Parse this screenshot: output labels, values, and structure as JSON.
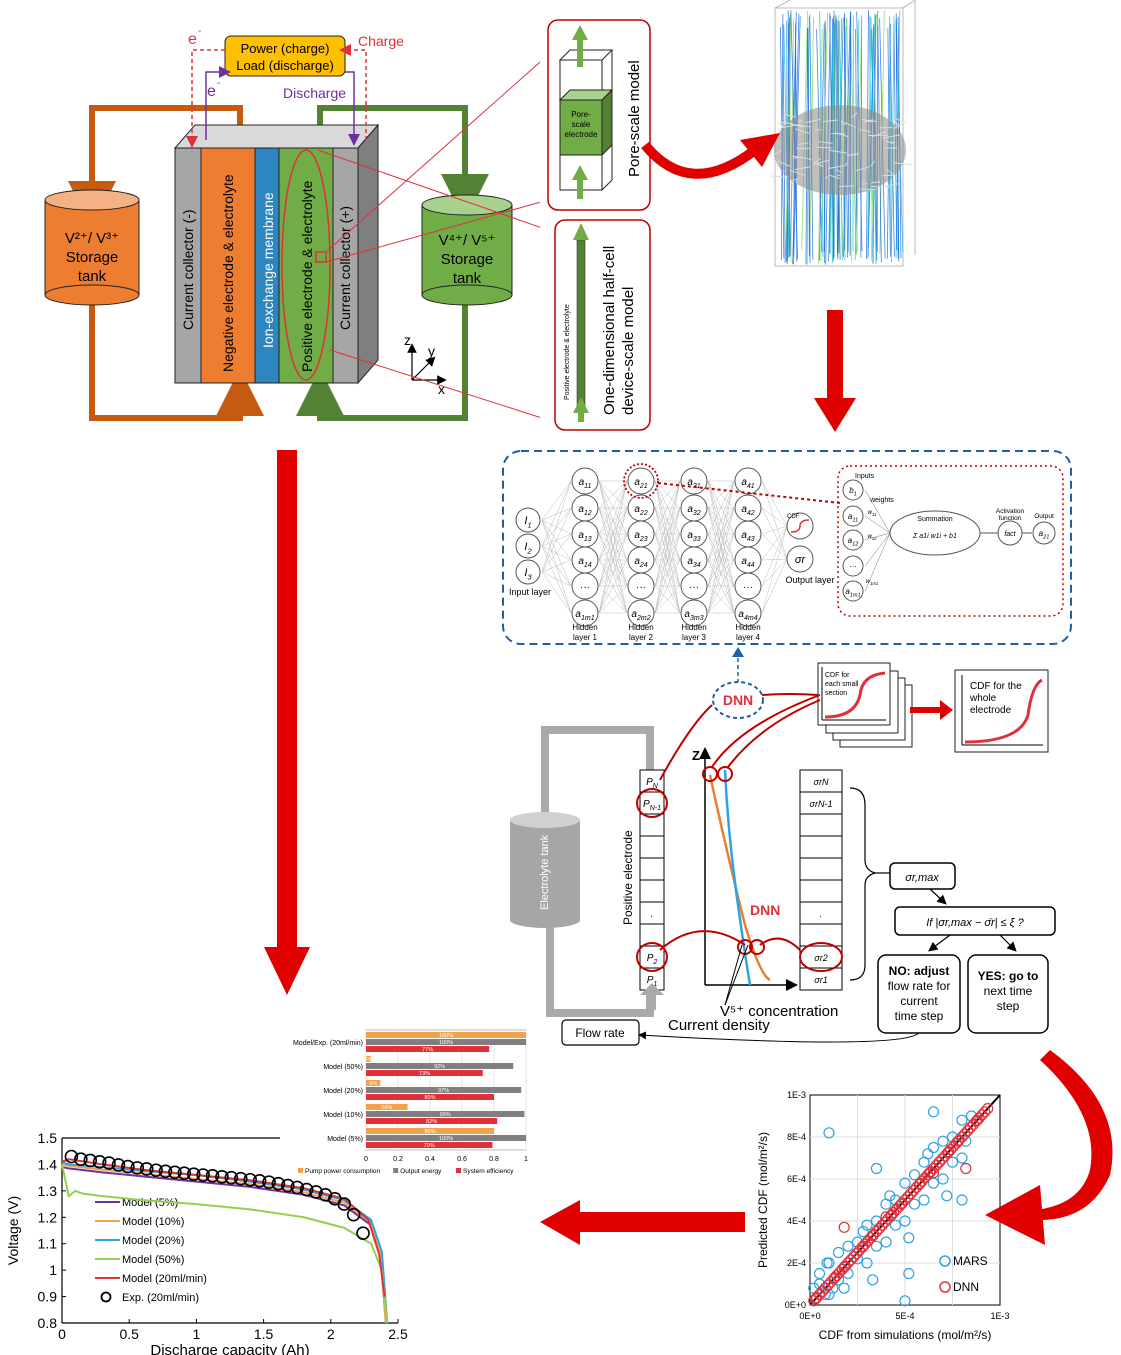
{
  "battery": {
    "power_label_1": "Power (charge)",
    "power_label_2": "Load (discharge)",
    "e_left": "e",
    "e_inner": "e",
    "charge": "Charge",
    "discharge": "Discharge",
    "tank_left": [
      "V²⁺/ V³⁺",
      "Storage",
      "tank"
    ],
    "tank_right": [
      "V⁴⁺/ V⁵⁺",
      "Storage",
      "tank"
    ],
    "layers": [
      "Current collector (-)",
      "Negative electrode & electrolyte",
      "Ion-exchange membrane",
      "Positive electrode & electrolyte",
      "Current collector (+)"
    ],
    "axes": {
      "z": "z",
      "y": "y",
      "x": "x"
    }
  },
  "models": {
    "pore_label": "Pore-scale model",
    "pore_inner": [
      "Pore-",
      "scale",
      "electrode"
    ],
    "device_label_1": "One-dimensional half-cell",
    "device_label_2": "device-scale model",
    "device_inner": "Positive electrode & electrolyte"
  },
  "dnn_net": {
    "inputs": [
      "I1",
      "I2",
      "I3"
    ],
    "input_layer": "Input layer",
    "layers": [
      {
        "nodes": [
          "a11",
          "a12",
          "a13",
          "a14",
          "...",
          "a1m1"
        ],
        "label": [
          "Hidden",
          "layer 1"
        ]
      },
      {
        "nodes": [
          "a21",
          "a22",
          "a23",
          "a24",
          "...",
          "a2m2"
        ],
        "label": [
          "Hidden",
          "layer 2"
        ]
      },
      {
        "nodes": [
          "a31",
          "a32",
          "a33",
          "a34",
          "...",
          "a3m3"
        ],
        "label": [
          "Hidden",
          "layer 3"
        ]
      },
      {
        "nodes": [
          "a41",
          "a42",
          "a43",
          "a44",
          "...",
          "a4m4"
        ],
        "label": [
          "Hidden",
          "layer 4"
        ]
      }
    ],
    "cdf": "CDF",
    "sigma": "σr",
    "output_layer": "Output layer",
    "neuron": {
      "inputs": "Inputs",
      "weights": "weights",
      "nodes": [
        "b1",
        "a11",
        "a12",
        "...",
        "a1m1"
      ],
      "weights_list": [
        "w11",
        "w12",
        "w1m1"
      ],
      "summation": "Summation",
      "sum_formula": "Σ a1i w1i + b1",
      "activation": [
        "Activation",
        "function"
      ],
      "fact": "fact",
      "output": "Output",
      "out_node": "a21"
    }
  },
  "workflow": {
    "dnn": "DNN",
    "dnn2": "DNN",
    "cdf_small": [
      "CDF for",
      "each small",
      "section"
    ],
    "cdf_whole": [
      "CDF for the",
      "whole",
      "electrode"
    ],
    "tank": "Electrolyte tank",
    "positive_electrode": "Positive electrode",
    "p_labels": [
      "PN",
      "PN-1",
      ".",
      "P2",
      "P1"
    ],
    "sigma_labels": [
      "σrN",
      "σrN-1",
      ".",
      "σr2",
      "σr1"
    ],
    "z": "Z",
    "sigma_max": "σr,max",
    "if_text": "If  |σr,max − σ̄r| ≤ ξ   ?",
    "no_box": [
      "NO: adjust",
      "flow rate for",
      "current",
      "time step"
    ],
    "yes_box": [
      "YES: go to",
      "next time",
      "step"
    ],
    "v5": "V⁵⁺ concentration",
    "current_density": "Current density",
    "flow_rate": "Flow rate"
  },
  "bar_chart": {
    "categories": [
      "Model/Exp. (20ml/min)",
      "Model (50%)",
      "Model (20%)",
      "Model (10%)",
      "Model (5%)"
    ],
    "series": [
      {
        "name": "Pump power consumption",
        "color": "#f4a24a",
        "values": [
          1.0,
          0.03,
          0.09,
          0.26,
          0.8
        ],
        "labels": [
          "100%",
          "3%",
          "9%",
          "26%",
          "80%"
        ]
      },
      {
        "name": "Output energy",
        "color": "#7f7f7f",
        "values": [
          1.0,
          0.92,
          0.97,
          0.99,
          1.0
        ],
        "labels": [
          "100%",
          "92%",
          "97%",
          "99%",
          "100%"
        ]
      },
      {
        "name": "System efficiency",
        "color": "#e0313b",
        "values": [
          0.77,
          0.73,
          0.8,
          0.82,
          0.79
        ],
        "labels": [
          "77%",
          "73%",
          "80%",
          "82%",
          "79%"
        ]
      }
    ],
    "xticks": [
      "0",
      "0.2",
      "0.4",
      "0.6",
      "0.8",
      "1"
    ]
  },
  "chart_data": [
    {
      "type": "line",
      "xlabel": "Discharge capacity (Ah)",
      "ylabel": "Voltage (V)",
      "xlim": [
        0,
        2.5
      ],
      "ylim": [
        0.8,
        1.5
      ],
      "xticks": [
        "0",
        "0.5",
        "1",
        "1.5",
        "2",
        "2.5"
      ],
      "yticks": [
        "0.8",
        "0.9",
        "1",
        "1.1",
        "1.2",
        "1.3",
        "1.4",
        "1.5"
      ],
      "series": [
        {
          "name": "Model (5%)",
          "color": "#7030a0",
          "x": [
            0,
            0.05,
            0.3,
            0.6,
            1.0,
            1.4,
            1.8,
            2.1,
            2.3,
            2.37,
            2.41
          ],
          "y": [
            1.39,
            1.385,
            1.37,
            1.355,
            1.335,
            1.315,
            1.285,
            1.245,
            1.17,
            1.05,
            0.8
          ]
        },
        {
          "name": "Model (10%)",
          "color": "#f4a24a",
          "x": [
            0,
            0.05,
            0.3,
            0.6,
            1.0,
            1.4,
            1.8,
            2.1,
            2.3,
            2.37,
            2.41
          ],
          "y": [
            1.4,
            1.395,
            1.38,
            1.365,
            1.345,
            1.325,
            1.295,
            1.255,
            1.18,
            1.06,
            0.8
          ]
        },
        {
          "name": "Model (20%)",
          "color": "#2ea3e3",
          "x": [
            0,
            0.05,
            0.3,
            0.6,
            1.0,
            1.4,
            1.8,
            2.1,
            2.3,
            2.38,
            2.42
          ],
          "y": [
            1.41,
            1.4,
            1.39,
            1.375,
            1.36,
            1.335,
            1.305,
            1.265,
            1.19,
            1.07,
            0.8
          ]
        },
        {
          "name": "Model (50%)",
          "color": "#92d050",
          "x": [
            0,
            0.05,
            0.1,
            0.15,
            0.3,
            0.6,
            1.0,
            1.4,
            1.8,
            2.1,
            2.3,
            2.38,
            2.42
          ],
          "y": [
            1.4,
            1.28,
            1.3,
            1.29,
            1.28,
            1.265,
            1.25,
            1.23,
            1.2,
            1.16,
            1.1,
            1.0,
            0.8
          ]
        },
        {
          "name": "Model (20ml/min)",
          "color": "#e0313b",
          "x": [
            0,
            0.05,
            0.3,
            0.6,
            1.0,
            1.4,
            1.8,
            2.1,
            2.28,
            2.36,
            2.4
          ],
          "y": [
            1.41,
            1.42,
            1.4,
            1.38,
            1.36,
            1.34,
            1.31,
            1.27,
            1.19,
            1.06,
            0.9
          ]
        },
        {
          "name": "Exp. (20ml/min)",
          "color": "#000000",
          "marker": "circle",
          "x": [
            0.07,
            0.14,
            0.21,
            0.28,
            0.35,
            0.42,
            0.49,
            0.56,
            0.63,
            0.7,
            0.77,
            0.84,
            0.91,
            0.98,
            1.05,
            1.12,
            1.19,
            1.26,
            1.33,
            1.4,
            1.47,
            1.54,
            1.61,
            1.68,
            1.75,
            1.82,
            1.89,
            1.96,
            2.03,
            2.1,
            2.17,
            2.24
          ],
          "y": [
            1.43,
            1.42,
            1.415,
            1.41,
            1.405,
            1.398,
            1.392,
            1.387,
            1.383,
            1.378,
            1.374,
            1.37,
            1.367,
            1.363,
            1.36,
            1.357,
            1.353,
            1.35,
            1.346,
            1.342,
            1.338,
            1.333,
            1.327,
            1.32,
            1.313,
            1.305,
            1.296,
            1.285,
            1.27,
            1.25,
            1.21,
            1.14
          ]
        }
      ]
    },
    {
      "type": "scatter",
      "xlabel": "CDF from simulations (mol/m²/s)",
      "ylabel": "Predicted CDF (mol/m²/s)",
      "xlim": [
        0,
        0.001
      ],
      "ylim": [
        0,
        0.001
      ],
      "xticks": [
        "0E+0",
        "5E-4",
        "1E-3"
      ],
      "yticks": [
        "0E+0",
        "2E-4",
        "4E-4",
        "6E-4",
        "8E-4",
        "1E-3"
      ],
      "series": [
        {
          "name": "MARS",
          "color": "#2ea3e3",
          "x": [
            2e-05,
            5e-05,
            8e-05,
            0.0001,
            0.00012,
            0.00015,
            0.0002,
            0.00025,
            0.0003,
            0.00035,
            0.0004,
            0.00045,
            0.0005,
            0.00055,
            0.0006,
            0.00065,
            0.0007,
            0.00075,
            0.0008,
            0.00085,
            5e-05,
            0.0001,
            0.00015,
            0.0002,
            0.00025,
            0.0003,
            0.00035,
            0.0004,
            0.00045,
            0.0005,
            0.00055,
            0.0006,
            0.00065,
            0.0007,
            0.00075,
            0.0008,
            3e-05,
            9e-05,
            0.00018,
            0.00028,
            0.00033,
            0.00042,
            0.00052,
            0.00062,
            0.00072,
            0.00082,
            0.0001,
            0.00035,
            0.00052,
            0.00065,
            0.0008,
            0.0005
          ],
          "y": [
            8e-05,
            0.00015,
            5e-05,
            0.0002,
            8e-05,
            0.00025,
            0.00015,
            0.0003,
            0.0002,
            0.0004,
            0.0003,
            0.0005,
            0.0004,
            0.00062,
            0.0005,
            0.00075,
            0.0006,
            0.0008,
            0.0007,
            0.0009,
            0.0001,
            5e-05,
            0.00012,
            0.00028,
            0.00022,
            0.00038,
            0.00028,
            0.00048,
            0.00038,
            0.00058,
            0.00048,
            0.00068,
            0.00058,
            0.00078,
            0.00068,
            0.00088,
            3e-05,
            0.0002,
            8e-05,
            0.00035,
            0.00012,
            0.00052,
            0.00032,
            0.00072,
            0.00052,
            0.00078,
            0.00082,
            0.00065,
            0.00015,
            0.00092,
            0.0005,
            2e-05
          ]
        },
        {
          "name": "DNN",
          "color": "#e0313b",
          "x": [
            3e-05,
            8e-05,
            0.00013,
            0.00018,
            0.00023,
            0.00028,
            0.00033,
            0.00038,
            0.00043,
            0.00048,
            0.00053,
            0.00058,
            0.00063,
            0.00068,
            0.00073,
            0.00078,
            0.00083,
            0.00088,
            0.00018,
            0.0004,
            0.00065,
            0.00082
          ],
          "y": [
            3e-05,
            8e-05,
            0.00013,
            0.00018,
            0.00023,
            0.00028,
            0.00033,
            0.00038,
            0.00043,
            0.00048,
            0.00053,
            0.00058,
            0.00063,
            0.00068,
            0.00073,
            0.00078,
            0.00083,
            0.00088,
            0.00037,
            0.00042,
            0.00063,
            0.00065
          ]
        }
      ]
    }
  ]
}
